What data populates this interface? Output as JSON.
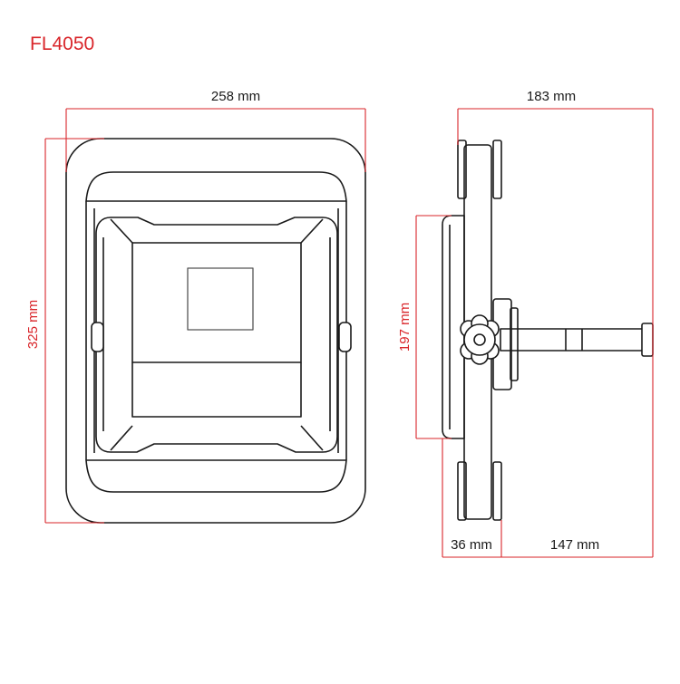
{
  "title": "FL4050",
  "dimensions": {
    "front_width": "258 mm",
    "front_height": "325 mm",
    "side_depth": "183 mm",
    "side_lamp_height": "197 mm",
    "side_base_depth": "36 mm",
    "side_arm_depth": "147 mm"
  },
  "colors": {
    "dimension": "#d9252a",
    "outline": "#1a1a1a"
  }
}
